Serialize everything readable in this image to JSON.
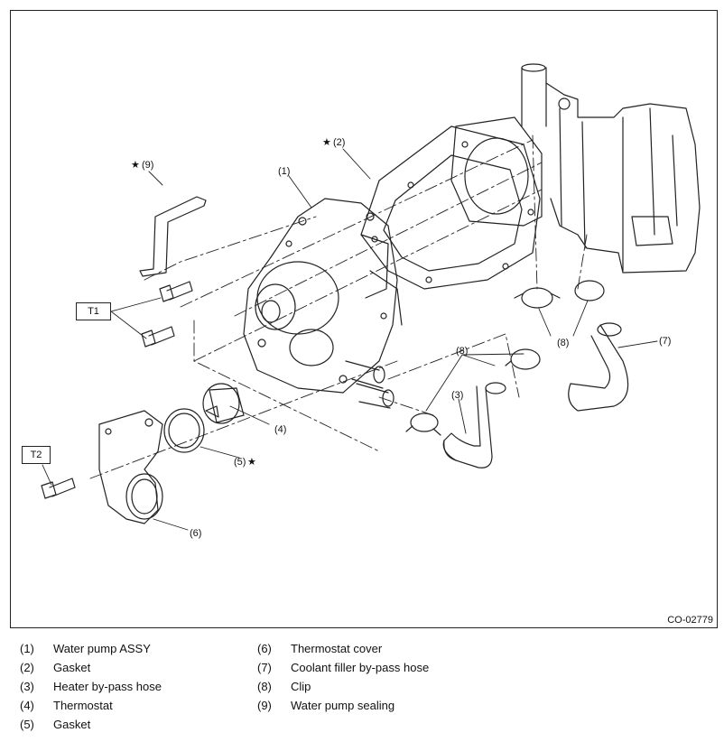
{
  "diagram_code": "CO-02779",
  "torque_labels": {
    "t1": "T1",
    "t2": "T2"
  },
  "callouts": {
    "c1": "(1)",
    "c2": "(2)",
    "c3": "(3)",
    "c4": "(4)",
    "c5": "(5)",
    "c6": "(6)",
    "c7": "(7)",
    "c8a": "(8)",
    "c8b": "(8)",
    "c9": "(9)"
  },
  "star_symbol": "★",
  "legend": [
    {
      "num": "(1)",
      "text": "Water pump ASSY"
    },
    {
      "num": "(2)",
      "text": "Gasket"
    },
    {
      "num": "(3)",
      "text": "Heater by-pass hose"
    },
    {
      "num": "(4)",
      "text": "Thermostat"
    },
    {
      "num": "(5)",
      "text": "Gasket"
    },
    {
      "num": "(6)",
      "text": "Thermostat cover"
    },
    {
      "num": "(7)",
      "text": "Coolant filler by-pass hose"
    },
    {
      "num": "(8)",
      "text": "Clip"
    },
    {
      "num": "(9)",
      "text": "Water pump sealing"
    }
  ]
}
